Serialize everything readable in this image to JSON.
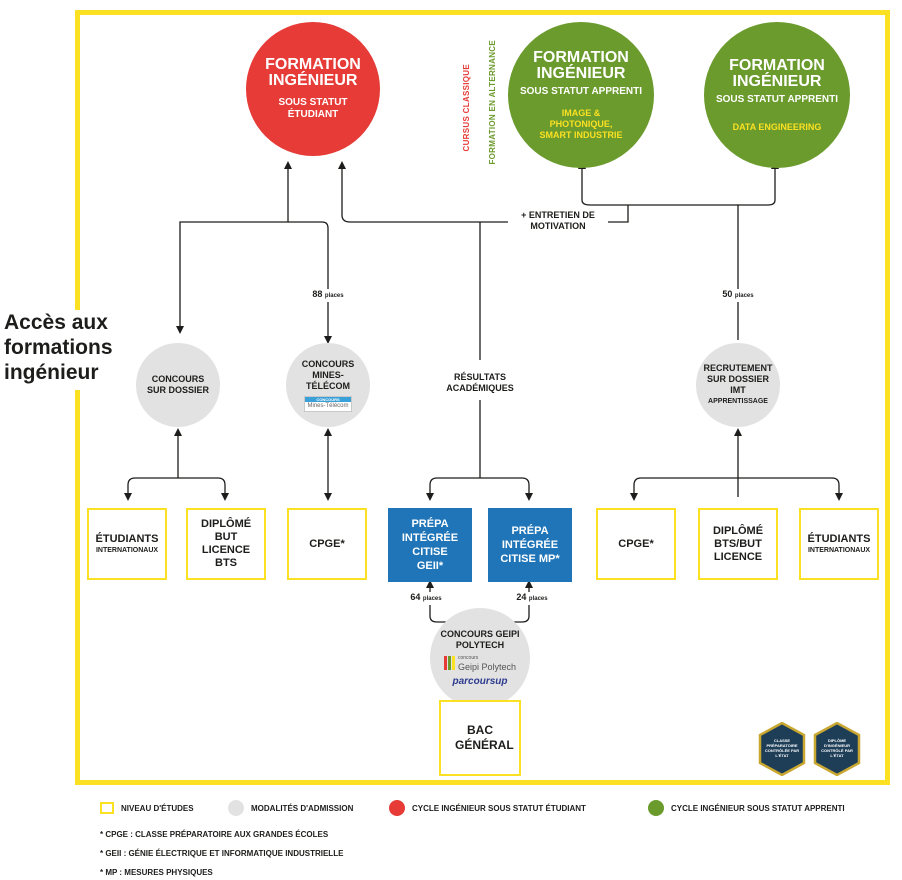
{
  "side_title": [
    "Accès aux",
    "formations",
    "ingénieur"
  ],
  "colors": {
    "red": "#e63b37",
    "green": "#6b9a2d",
    "yellow": "#fbe122",
    "grey": "#e2e2e2",
    "blue": "#1f75b8"
  },
  "formations": {
    "etudiant": {
      "title": "FORMATION INGÉNIEUR",
      "status": "SOUS STATUT ÉTUDIANT"
    },
    "apprenti1": {
      "title": "FORMATION INGÉNIEUR",
      "status": "SOUS STATUT APPRENTI",
      "specialty": "IMAGE & PHOTONIQUE, SMART INDUSTRIE"
    },
    "apprenti2": {
      "title": "FORMATION INGÉNIEUR",
      "status": "SOUS STATUT APPRENTI",
      "specialty": "DATA ENGINEERING"
    }
  },
  "cursus": {
    "classique": "CURSUS CLASSIQUE",
    "alternance": "FORMATION EN ALTERNANCE"
  },
  "entretien": "+ ENTRETIEN DE MOTIVATION",
  "places": {
    "mines": {
      "value": "88",
      "unit": "places"
    },
    "imt": {
      "value": "50",
      "unit": "places"
    },
    "geii": {
      "value": "64",
      "unit": "places"
    },
    "mp": {
      "value": "24",
      "unit": "places"
    }
  },
  "modalites": {
    "dossier": "CONCOURS SUR DOSSIER",
    "mines": "CONCOURS MINES-TÉLÉCOM",
    "mines_logo": {
      "top": "CONCOURS",
      "bottom": "Mines-Télécom"
    },
    "resultats": "RÉSULTATS ACADÉMIQUES",
    "imt_title": "RECRUTEMENT SUR DOSSIER IMT",
    "imt_sub": "APPRENTISSAGE",
    "geipi": "CONCOURS GEIPI POLYTECH",
    "geipi_logo": {
      "small": "concours",
      "name": "Geipi Polytech"
    },
    "parcoursup": "parcoursup"
  },
  "niveaux": {
    "etudiants_int": {
      "main": "ÉTUDIANTS",
      "sub": "INTERNATIONAUX"
    },
    "diplome": "DIPLÔMÉ BUT LICENCE BTS",
    "cpge1": "CPGE*",
    "prepa_geii": "PRÉPA INTÉGRÉE CITISE GEII*",
    "prepa_mp": "PRÉPA INTÉGRÉE CITISE MP*",
    "cpge2": "CPGE*",
    "diplome2": "DIPLÔMÉ BTS/BUT LICENCE",
    "etudiants_int2": {
      "main": "ÉTUDIANTS",
      "sub": "INTERNATIONAUX"
    },
    "bac": "BAC GÉNÉRAL"
  },
  "badges": [
    "CLASSE PRÉPARATOIRE CONTRÔLÉE PAR L'ÉTAT",
    "DIPLÔME D'INGÉNIEUR CONTRÔLÉ PAR L'ÉTAT"
  ],
  "legend": {
    "niveau": "NIVEAU D'ÉTUDES",
    "modalites": "MODALITÉS D'ADMISSION",
    "etudiant": "CYCLE INGÉNIEUR SOUS STATUT ÉTUDIANT",
    "apprenti": "CYCLE INGÉNIEUR SOUS STATUT APPRENTI"
  },
  "notes": [
    "* CPGE : CLASSE PRÉPARATOIRE AUX GRANDES ÉCOLES",
    "* GEII : GÉNIE ÉLECTRIQUE ET INFORMATIQUE INDUSTRIELLE",
    "* MP : MESURES PHYSIQUES"
  ]
}
